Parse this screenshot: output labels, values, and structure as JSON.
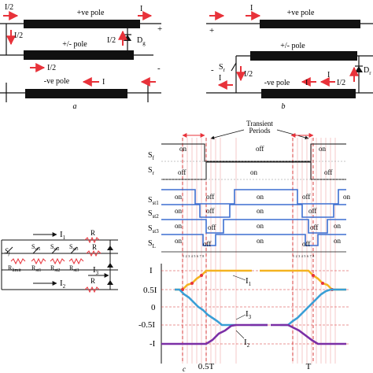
{
  "panel_a": {
    "caption": "a",
    "pole_pos": "+ve pole",
    "pole_mid": "+/- pole",
    "pole_neg": "-ve pole",
    "top_left_current": "I/2",
    "top_right_current": "I",
    "left_vertical_current": "I/2",
    "right_vertical_current": "I/2",
    "diode_label": "D",
    "diode_subscript": "g",
    "mid_current": "I/2",
    "bottom_current": "I",
    "plus_sign": "+",
    "minus_sign": "-"
  },
  "panel_b": {
    "caption": "b",
    "pole_pos": "+ve pole",
    "pole_mid": "+/- pole",
    "pole_neg": "-ve pole",
    "top_current": "I",
    "left_vertical_current": "I/2",
    "right_vertical_current": "I/2",
    "left_side_current": "I",
    "right_side_current": "I",
    "switch_label": "S",
    "switch_subscript": "r",
    "diode_label": "D",
    "diode_subscript": "r",
    "bottom_current": "I",
    "plus_sign": "+",
    "minus_sign": "-"
  },
  "panel_c": {
    "caption": "c",
    "circuit": {
      "current_top": "I",
      "current_top_sub": "1",
      "current_mid": "I",
      "current_mid_sub": "3",
      "current_bottom": "I",
      "current_bottom_sub": "2",
      "resistor_r": "R",
      "switch_f": "S",
      "switch_f_sub": "f",
      "r_limit": "R",
      "r_limit_sub": "limit",
      "switches": [
        {
          "name": "S",
          "sub": "st1"
        },
        {
          "name": "S",
          "sub": "st2"
        },
        {
          "name": "S",
          "sub": "st3"
        }
      ],
      "resistors": [
        {
          "name": "R",
          "sub": "st1"
        },
        {
          "name": "R",
          "sub": "st2"
        },
        {
          "name": "R",
          "sub": "st3"
        }
      ]
    },
    "timing": {
      "transient_title_line1": "Transient",
      "transient_title_line2": "Periods",
      "rows": [
        {
          "name": "S",
          "sub": "f",
          "labels": [
            "on",
            "off",
            "on"
          ]
        },
        {
          "name": "S",
          "sub": "r",
          "labels": [
            "off",
            "on",
            "off"
          ]
        },
        {
          "name": "S",
          "sub": "st1",
          "labels": [
            "on",
            "off",
            "on",
            "off",
            "on"
          ]
        },
        {
          "name": "S",
          "sub": "st2",
          "labels": [
            "on",
            "off",
            "on",
            "off"
          ]
        },
        {
          "name": "S",
          "sub": "st3",
          "labels": [
            "on",
            "off",
            "on",
            "off",
            "on"
          ]
        },
        {
          "name": "S",
          "sub": "L",
          "labels": [
            "on",
            "off",
            "on",
            "off",
            "on"
          ]
        }
      ],
      "tick_numbers": [
        "1",
        "2",
        "3",
        "4",
        "5",
        "6",
        "7",
        "8"
      ]
    },
    "current_plot": {
      "y_ticks": [
        "I",
        "0.5I",
        "0",
        "-0.5I",
        "-I"
      ],
      "x_ticks": [
        "0.5T",
        "T"
      ],
      "curve_labels": [
        {
          "name": "I",
          "sub": "1"
        },
        {
          "name": "I",
          "sub": "3"
        },
        {
          "name": "I",
          "sub": "2"
        }
      ],
      "colors": {
        "I1": "#f4b321",
        "I3": "#3a9fd6",
        "I2": "#7b2fa6",
        "switch_wave": "#3d6fd1",
        "marker": "#e8323a",
        "grid": "#f2b4b4",
        "dashed": "#d42d2d"
      }
    }
  }
}
